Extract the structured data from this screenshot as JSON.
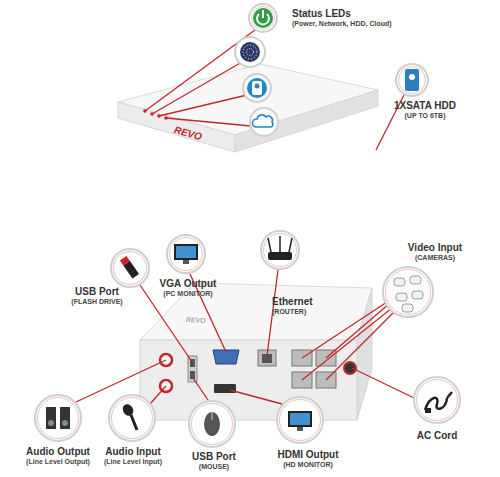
{
  "diagram": {
    "nodes": [
      {
        "text": [
          "Status LEDs",
          "(Power, Network, HDD, Cloud)"
        ]
      },
      {
        "text": [
          "1XSATA HDD",
          "(UP TO 6TB)"
        ]
      },
      {
        "text": [
          "USB Port",
          "(FLASH DRIVE)"
        ]
      },
      {
        "text": [
          "VGA Output",
          "(PC MONITOR)"
        ]
      },
      {
        "text": [
          "Ethernet",
          "(ROUTER)"
        ]
      },
      {
        "text": [
          "Video Input",
          "(CAMERAS)"
        ]
      },
      {
        "text": [
          "AC Cord"
        ]
      },
      {
        "text": [
          "Audio Output",
          "(Line Level Output)"
        ]
      },
      {
        "text": [
          "Audio Input",
          "(Line Level Input)"
        ]
      },
      {
        "text": [
          "USB Port",
          "(MOUSE)"
        ]
      },
      {
        "text": [
          "HDMI Output",
          "(HD MONITOR)"
        ]
      }
    ],
    "labels": [
      "REVO",
      "REVO"
    ]
  }
}
